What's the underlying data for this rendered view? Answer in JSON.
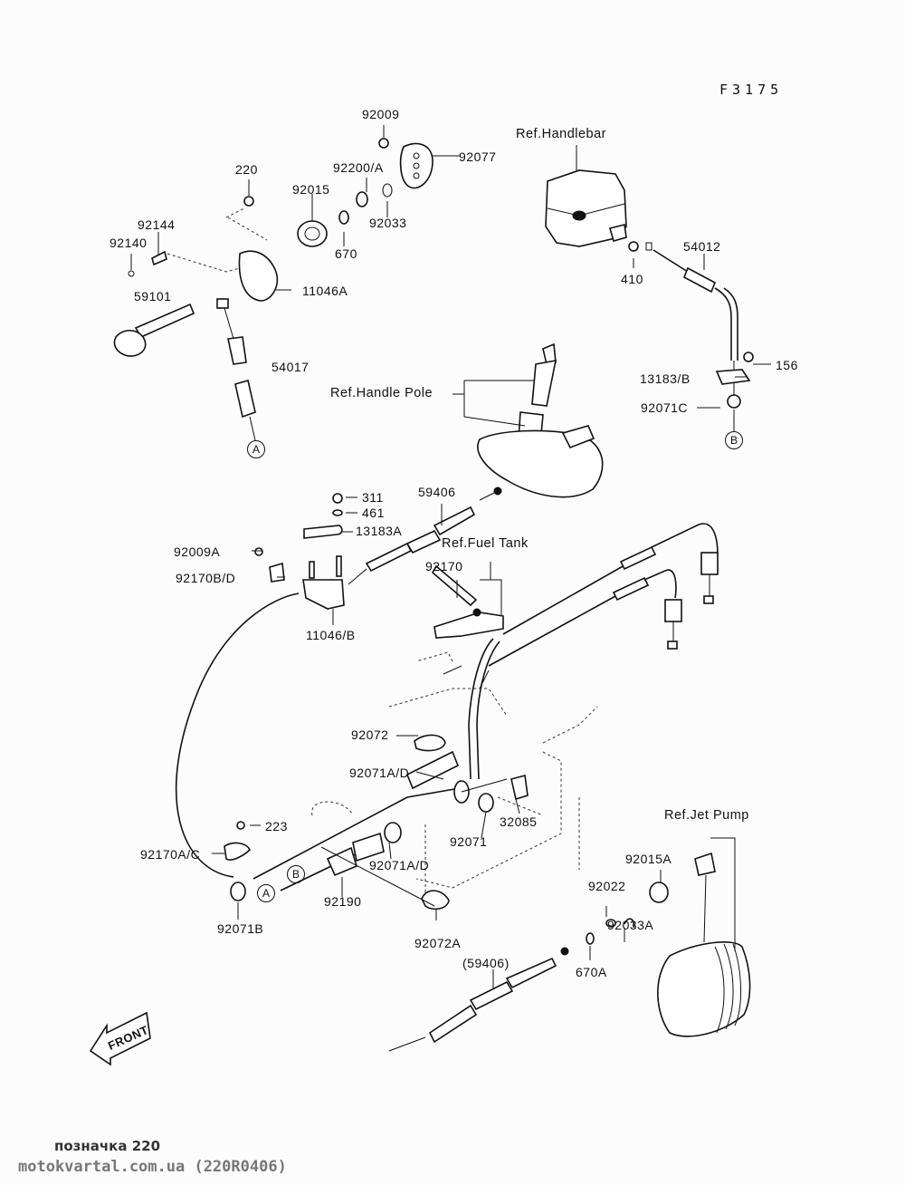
{
  "diagram": {
    "code": "F3175",
    "references": {
      "handlebar": "Ref.Handlebar",
      "handle_pole": "Ref.Handle Pole",
      "fuel_tank": "Ref.Fuel Tank",
      "jet_pump": "Ref.Jet Pump"
    },
    "parts": {
      "p92009": "92009",
      "p92077": "92077",
      "p220": "220",
      "p92200A": "92200/A",
      "p92015": "92015",
      "p92033": "92033",
      "p670": "670",
      "p92144": "92144",
      "p92140": "92140",
      "p11046A": "11046A",
      "p59101": "59101",
      "p54017": "54017",
      "p410": "410",
      "p54012": "54012",
      "p156": "156",
      "p13183B": "13183/B",
      "p92071C": "92071C",
      "p311": "311",
      "p461": "461",
      "p13183A": "13183A",
      "p59406": "59406",
      "p92009A": "92009A",
      "p92170BD": "92170B/D",
      "p11046B": "11046/B",
      "p92170": "92170",
      "p92072": "92072",
      "p92071AD_1": "92071A/D",
      "p32085": "32085",
      "p92071": "92071",
      "p223": "223",
      "p92170AC": "92170A/C",
      "p92071AD_2": "92071A/D",
      "p92190": "92190",
      "p92071B": "92071B",
      "p92072A": "92072A",
      "p92015A": "92015A",
      "p92022": "92022",
      "p92033A": "92033A",
      "p59406_paren": "(59406)",
      "p670A": "670A"
    },
    "connectors": {
      "a": "A",
      "b": "B"
    },
    "front_arrow": "FRONT"
  },
  "footer": {
    "caption": "позначка 220",
    "source": "motokvartal.com.ua (220R0406)"
  }
}
